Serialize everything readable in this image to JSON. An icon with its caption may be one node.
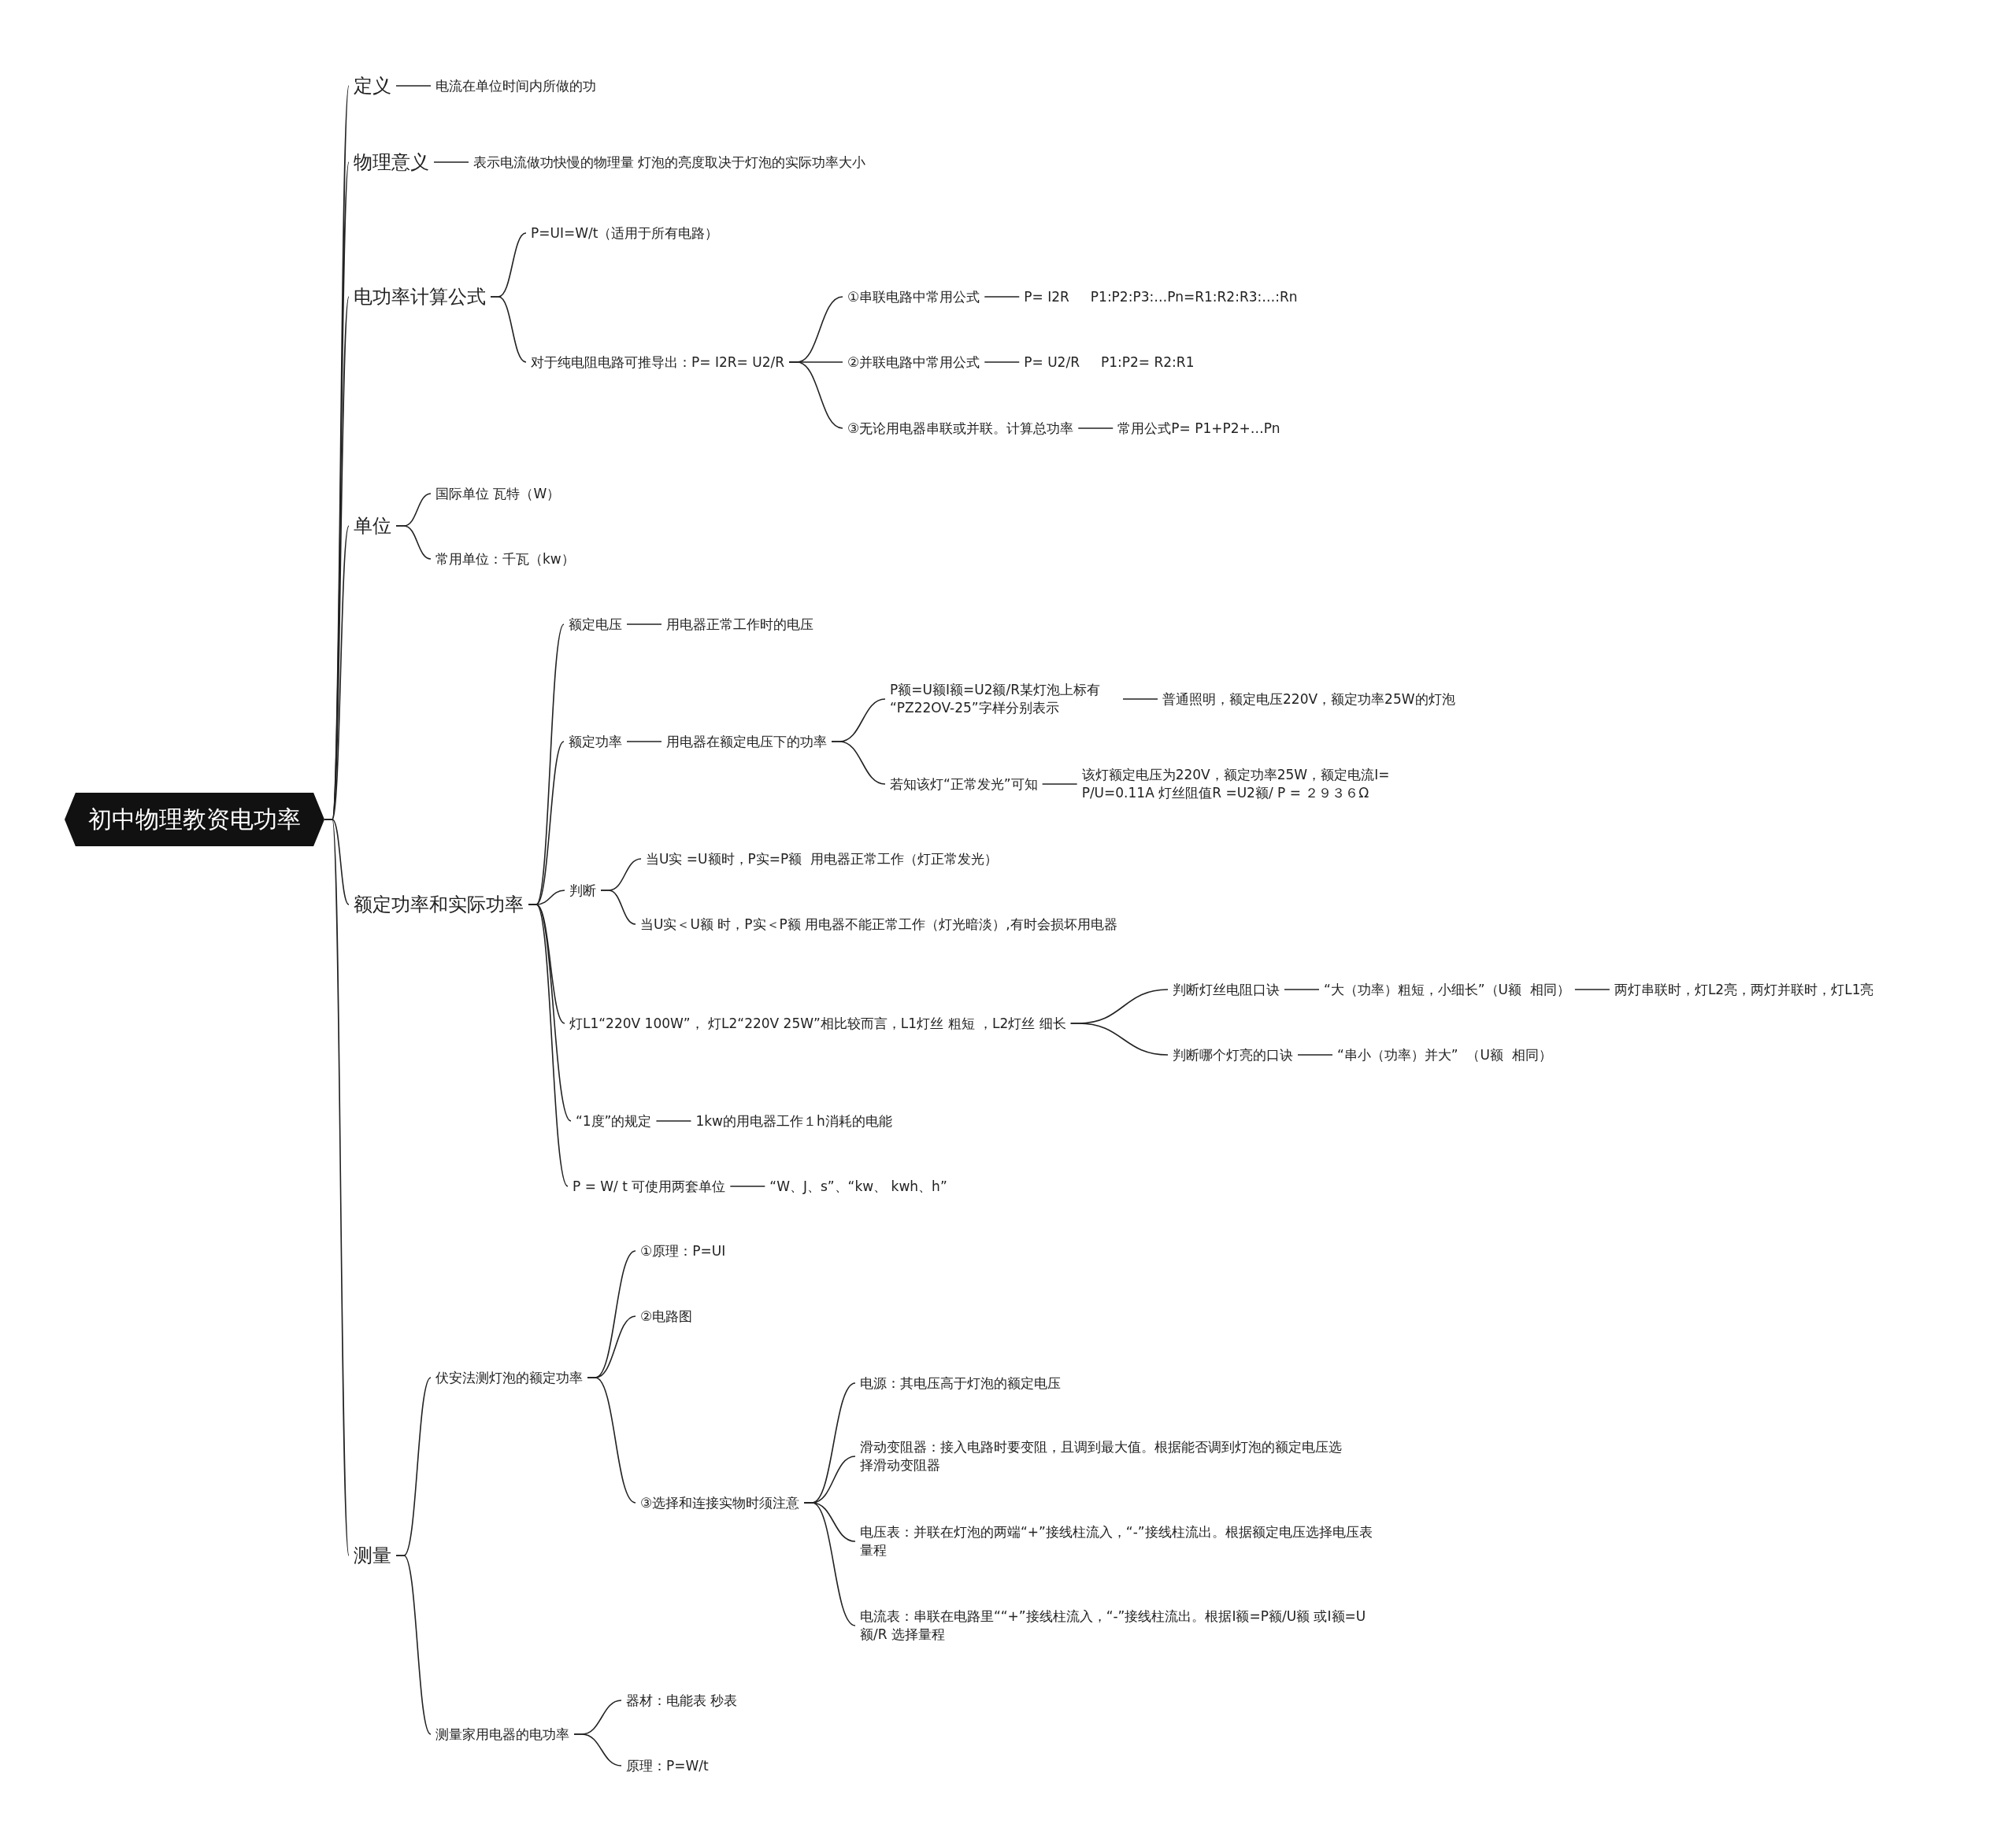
{
  "diagram": {
    "nodes": [
      {
        "text": [
          "初中物理教资电功率"
        ]
      },
      {
        "text": [
          "定义"
        ]
      },
      {
        "text": [
          "电流在单位时间内所做的功"
        ]
      },
      {
        "text": [
          "物理意义"
        ]
      },
      {
        "text": [
          "表示电流做功快慢的物理量 灯泡的亮度取决于灯泡的实际功率大小"
        ]
      },
      {
        "text": [
          "电功率计算公式"
        ]
      },
      {
        "text": [
          "P=UI=W/t（适用于所有电路）"
        ]
      },
      {
        "text": [
          "对于纯电阻电路可推导出：P= I2R= U2/R"
        ]
      },
      {
        "text": [
          "①串联电路中常用公式"
        ]
      },
      {
        "text": [
          "P= I2R     P1:P2:P3:…Pn=R1:R2:R3:…:Rn"
        ]
      },
      {
        "text": [
          "②并联电路中常用公式"
        ]
      },
      {
        "text": [
          "P= U2/R     P1:P2= R2:R1"
        ]
      },
      {
        "text": [
          "③无论用电器串联或并联。计算总功率"
        ]
      },
      {
        "text": [
          "常用公式P= P1+P2+…Pn"
        ]
      },
      {
        "text": [
          "单位"
        ]
      },
      {
        "text": [
          "国际单位 瓦特（W）"
        ]
      },
      {
        "text": [
          "常用单位：千瓦（kw）"
        ]
      },
      {
        "text": [
          "额定功率和实际功率"
        ]
      },
      {
        "text": [
          "额定电压"
        ]
      },
      {
        "text": [
          "用电器正常工作时的电压"
        ]
      },
      {
        "text": [
          "额定功率"
        ]
      },
      {
        "text": [
          "用电器在额定电压下的功率"
        ]
      },
      {
        "text": [
          "P额=U额I额=U2额/R某灯泡上标有 “PZ22OV-25”字样分别表示"
        ]
      },
      {
        "text": [
          "普通照明，额定电压220V，额定功率25W的灯泡"
        ]
      },
      {
        "text": [
          "若知该灯“正常发光”可知"
        ]
      },
      {
        "text": [
          "该灯额定电压为220V，额定功率25W，额定电流I= P/U=0.11A 灯丝阻值R =U2额/ P = ２９３６Ω"
        ]
      },
      {
        "text": [
          "判断"
        ]
      },
      {
        "text": [
          "当U实 =U额时，P实=P额  用电器正常工作（灯正常发光）"
        ]
      },
      {
        "text": [
          "当U实＜U额 时，P实＜P额 用电器不能正常工作（灯光暗淡）,有时会损坏用电器"
        ]
      },
      {
        "text": [
          "灯L1“220V 100W”， 灯L2“220V 25W”相比较而言，L1灯丝 粗短 ，L2灯丝 细长"
        ]
      },
      {
        "text": [
          "判断灯丝电阻口诀"
        ]
      },
      {
        "text": [
          "“大（功率）粗短，小细长”（U额  相同）"
        ]
      },
      {
        "text": [
          "两灯串联时，灯L2亮，两灯并联时，灯L1亮"
        ]
      },
      {
        "text": [
          "判断哪个灯亮的口诀"
        ]
      },
      {
        "text": [
          "“串小（功率）并大”  （U额  相同）"
        ]
      },
      {
        "text": [
          "“1度”的规定"
        ]
      },
      {
        "text": [
          "1kw的用电器工作１h消耗的电能"
        ]
      },
      {
        "text": [
          "P = W/ t 可使用两套单位"
        ]
      },
      {
        "text": [
          "“W、J、s”、“kw、 kwh、h”"
        ]
      },
      {
        "text": [
          "测量"
        ]
      },
      {
        "text": [
          "伏安法测灯泡的额定功率"
        ]
      },
      {
        "text": [
          "①原理：P=UI"
        ]
      },
      {
        "text": [
          "②电路图"
        ]
      },
      {
        "text": [
          "③选择和连接实物时须注意"
        ]
      },
      {
        "text": [
          "电源：其电压高于灯泡的额定电压"
        ]
      },
      {
        "text": [
          "滑动变阻器：接入电路时要变阻，且调到最大值。根据能否调到灯泡的额定电压选择滑动变阻器"
        ]
      },
      {
        "text": [
          "电压表：并联在灯泡的两端“+”接线柱流入，“-”接线柱流出。根据额定电压选择电压表量程"
        ]
      },
      {
        "text": [
          "电流表：串联在电路里““+”接线柱流入，“-”接线柱流出。根据I额=P额/U额 或I额=U额/R 选择量程"
        ]
      },
      {
        "text": [
          "测量家用电器的电功率"
        ]
      },
      {
        "text": [
          "器材：电能表 秒表"
        ]
      },
      {
        "text": [
          "原理：P=W/t"
        ]
      }
    ],
    "edges": [
      {
        "from": 0,
        "to": 1,
        "arrow": "none"
      },
      {
        "from": 1,
        "to": 2,
        "arrow": "none"
      },
      {
        "from": 0,
        "to": 3,
        "arrow": "none"
      },
      {
        "from": 3,
        "to": 4,
        "arrow": "none"
      },
      {
        "from": 0,
        "to": 5,
        "arrow": "none"
      },
      {
        "from": 5,
        "to": 6,
        "arrow": "none"
      },
      {
        "from": 5,
        "to": 7,
        "arrow": "none"
      },
      {
        "from": 7,
        "to": 8,
        "arrow": "none"
      },
      {
        "from": 8,
        "to": 9,
        "arrow": "none"
      },
      {
        "from": 7,
        "to": 10,
        "arrow": "none"
      },
      {
        "from": 10,
        "to": 11,
        "arrow": "none"
      },
      {
        "from": 7,
        "to": 12,
        "arrow": "none"
      },
      {
        "from": 12,
        "to": 13,
        "arrow": "none"
      },
      {
        "from": 0,
        "to": 14,
        "arrow": "none"
      },
      {
        "from": 14,
        "to": 15,
        "arrow": "none"
      },
      {
        "from": 14,
        "to": 16,
        "arrow": "none"
      },
      {
        "from": 0,
        "to": 17,
        "arrow": "none"
      },
      {
        "from": 17,
        "to": 18,
        "arrow": "none"
      },
      {
        "from": 18,
        "to": 19,
        "arrow": "none"
      },
      {
        "from": 17,
        "to": 20,
        "arrow": "none"
      },
      {
        "from": 20,
        "to": 21,
        "arrow": "none"
      },
      {
        "from": 21,
        "to": 22,
        "arrow": "none"
      },
      {
        "from": 22,
        "to": 23,
        "arrow": "none"
      },
      {
        "from": 21,
        "to": 24,
        "arrow": "none"
      },
      {
        "from": 24,
        "to": 25,
        "arrow": "none"
      },
      {
        "from": 17,
        "to": 26,
        "arrow": "none"
      },
      {
        "from": 26,
        "to": 27,
        "arrow": "none"
      },
      {
        "from": 26,
        "to": 28,
        "arrow": "none"
      },
      {
        "from": 17,
        "to": 29,
        "arrow": "none"
      },
      {
        "from": 29,
        "to": 30,
        "arrow": "none"
      },
      {
        "from": 30,
        "to": 31,
        "arrow": "none"
      },
      {
        "from": 31,
        "to": 32,
        "arrow": "none"
      },
      {
        "from": 29,
        "to": 33,
        "arrow": "none"
      },
      {
        "from": 33,
        "to": 34,
        "arrow": "none"
      },
      {
        "from": 17,
        "to": 35,
        "arrow": "none"
      },
      {
        "from": 35,
        "to": 36,
        "arrow": "none"
      },
      {
        "from": 17,
        "to": 37,
        "arrow": "none"
      },
      {
        "from": 37,
        "to": 38,
        "arrow": "none"
      },
      {
        "from": 0,
        "to": 39,
        "arrow": "none"
      },
      {
        "from": 39,
        "to": 40,
        "arrow": "none"
      },
      {
        "from": 40,
        "to": 41,
        "arrow": "none"
      },
      {
        "from": 40,
        "to": 42,
        "arrow": "none"
      },
      {
        "from": 40,
        "to": 43,
        "arrow": "none"
      },
      {
        "from": 43,
        "to": 44,
        "arrow": "none"
      },
      {
        "from": 43,
        "to": 45,
        "arrow": "none"
      },
      {
        "from": 43,
        "to": 46,
        "arrow": "none"
      },
      {
        "from": 43,
        "to": 47,
        "arrow": "none"
      },
      {
        "from": 39,
        "to": 48,
        "arrow": "none"
      },
      {
        "from": 48,
        "to": 49,
        "arrow": "none"
      },
      {
        "from": 48,
        "to": 50,
        "arrow": "none"
      }
    ]
  }
}
